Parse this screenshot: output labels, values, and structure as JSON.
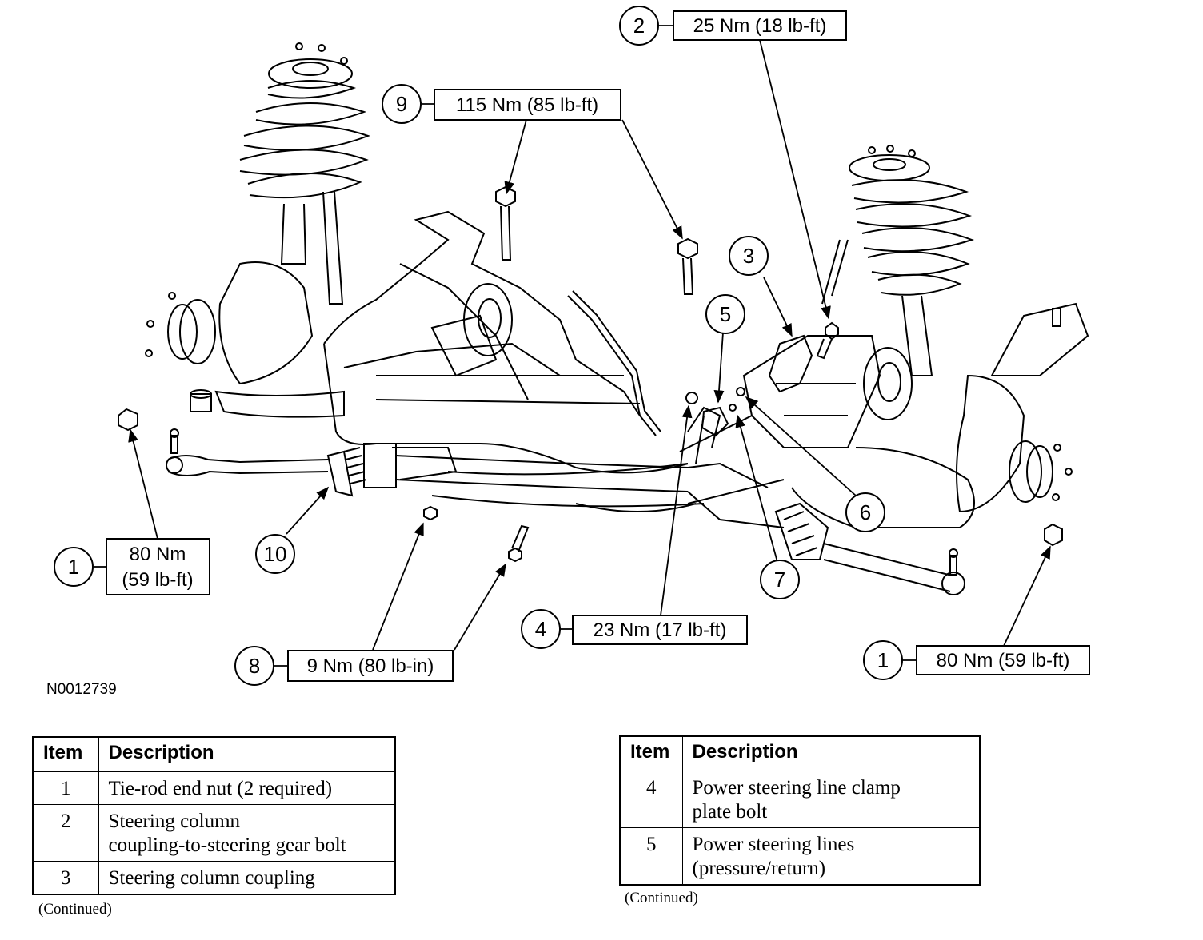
{
  "figure_id": "N0012739",
  "callouts": {
    "c1_left": {
      "item": "1",
      "torque_line1": "80 Nm",
      "torque_line2": "(59 lb-ft)"
    },
    "c1_right": {
      "item": "1",
      "torque": "80 Nm (59 lb-ft)"
    },
    "c2": {
      "item": "2",
      "torque": "25 Nm (18 lb-ft)"
    },
    "c3": {
      "item": "3"
    },
    "c4": {
      "item": "4",
      "torque": "23 Nm (17 lb-ft)"
    },
    "c5": {
      "item": "5"
    },
    "c6": {
      "item": "6"
    },
    "c7": {
      "item": "7"
    },
    "c8": {
      "item": "8",
      "torque": "9 Nm (80 lb-in)"
    },
    "c9": {
      "item": "9",
      "torque": "115 Nm (85 lb-ft)"
    },
    "c10": {
      "item": "10"
    }
  },
  "table_left": {
    "headers": {
      "item": "Item",
      "description": "Description"
    },
    "rows": [
      {
        "item": "1",
        "lines": [
          "Tie-rod end nut (2 required)"
        ]
      },
      {
        "item": "2",
        "lines": [
          "Steering column",
          "coupling-to-steering gear bolt"
        ]
      },
      {
        "item": "3",
        "lines": [
          "Steering column coupling"
        ]
      }
    ],
    "continued": "(Continued)"
  },
  "table_right": {
    "headers": {
      "item": "Item",
      "description": "Description"
    },
    "rows": [
      {
        "item": "4",
        "lines": [
          "Power steering line clamp",
          "plate bolt"
        ]
      },
      {
        "item": "5",
        "lines": [
          "Power steering lines",
          "(pressure/return)"
        ]
      }
    ],
    "continued": "(Continued)"
  }
}
